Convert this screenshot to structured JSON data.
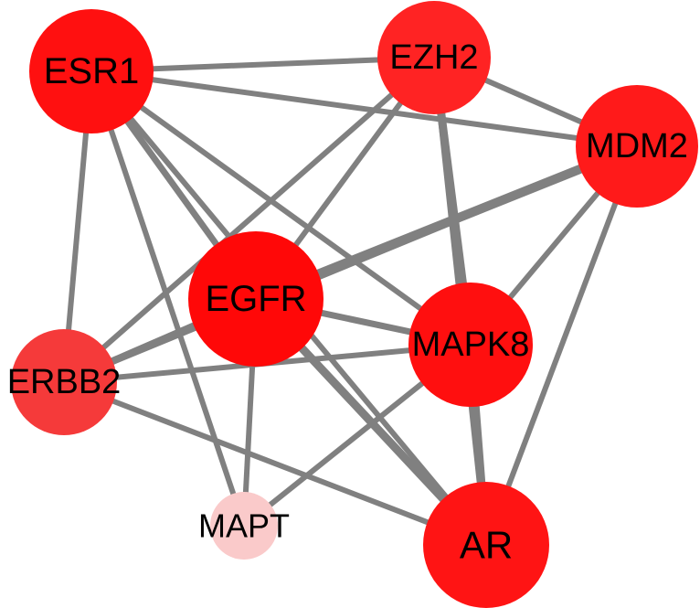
{
  "diagram": {
    "type": "network",
    "nodes": [
      {
        "id": "ESR1",
        "label": "ESR1",
        "color": "#FF1010"
      },
      {
        "id": "EZH2",
        "label": "EZH2",
        "color": "#FF2323"
      },
      {
        "id": "MDM2",
        "label": "MDM2",
        "color": "#FF1A1A"
      },
      {
        "id": "EGFR",
        "label": "EGFR",
        "color": "#FF0808"
      },
      {
        "id": "MAPK8",
        "label": "MAPK8",
        "color": "#FF0F0F"
      },
      {
        "id": "ERBB2",
        "label": "ERBB2",
        "color": "#F53A3A"
      },
      {
        "id": "MAPT",
        "label": "MAPT",
        "color": "#FACACA"
      },
      {
        "id": "AR",
        "label": "AR",
        "color": "#FF1414"
      }
    ],
    "edges": [
      {
        "source": "ESR1",
        "target": "EZH2"
      },
      {
        "source": "ESR1",
        "target": "MDM2"
      },
      {
        "source": "ESR1",
        "target": "EGFR"
      },
      {
        "source": "ESR1",
        "target": "MAPK8"
      },
      {
        "source": "ESR1",
        "target": "ERBB2"
      },
      {
        "source": "ESR1",
        "target": "MAPT"
      },
      {
        "source": "ESR1",
        "target": "AR"
      },
      {
        "source": "EZH2",
        "target": "MDM2"
      },
      {
        "source": "EZH2",
        "target": "EGFR"
      },
      {
        "source": "EZH2",
        "target": "MAPK8"
      },
      {
        "source": "EZH2",
        "target": "ERBB2"
      },
      {
        "source": "EZH2",
        "target": "AR"
      },
      {
        "source": "MDM2",
        "target": "EGFR"
      },
      {
        "source": "MDM2",
        "target": "MAPK8"
      },
      {
        "source": "MDM2",
        "target": "ERBB2"
      },
      {
        "source": "MDM2",
        "target": "AR"
      },
      {
        "source": "EGFR",
        "target": "MAPK8"
      },
      {
        "source": "EGFR",
        "target": "ERBB2"
      },
      {
        "source": "EGFR",
        "target": "MAPT"
      },
      {
        "source": "EGFR",
        "target": "AR"
      },
      {
        "source": "MAPK8",
        "target": "ERBB2"
      },
      {
        "source": "MAPK8",
        "target": "MAPT"
      },
      {
        "source": "MAPK8",
        "target": "AR"
      },
      {
        "source": "ERBB2",
        "target": "AR"
      }
    ],
    "edge_color": "#808080",
    "label_color": "#000000"
  }
}
